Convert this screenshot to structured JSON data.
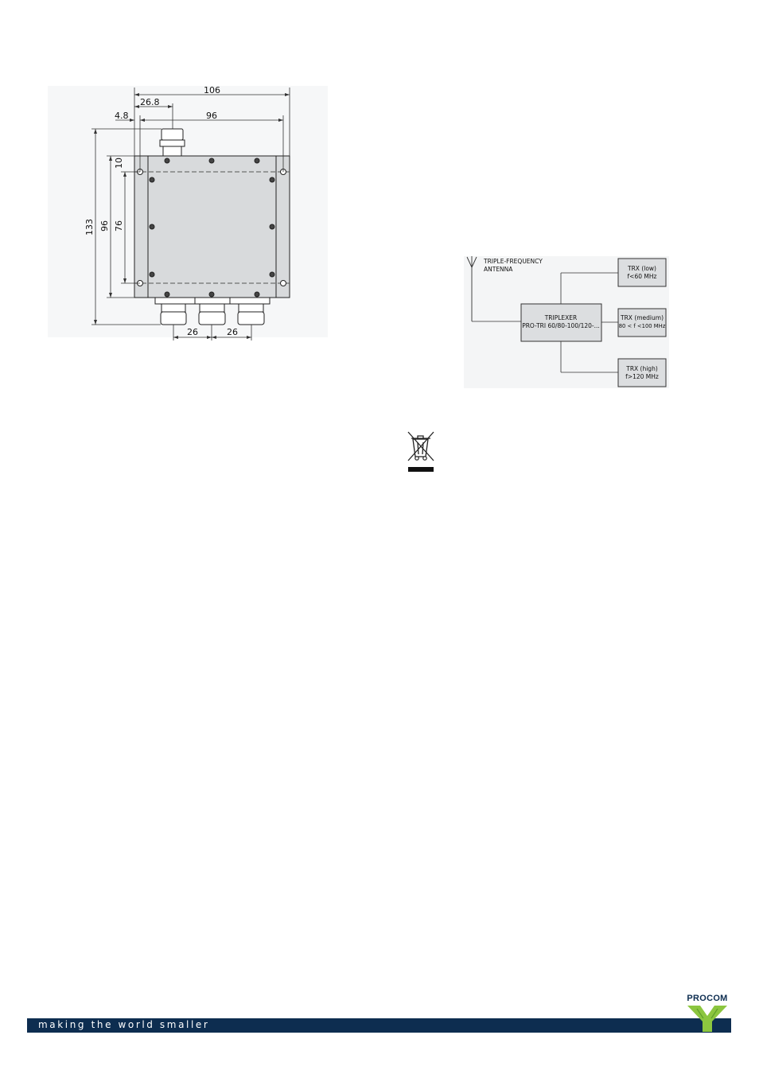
{
  "drawing": {
    "dims": {
      "overall_width": "106",
      "offset_connector": "26.8",
      "edge_offset": "4.8",
      "hole_spacing_h": "96",
      "overall_height": "133",
      "hole_spacing_v": "96",
      "inner_height": "76",
      "top_margin": "10",
      "connector_pitch_1": "26",
      "connector_pitch_2": "26"
    }
  },
  "diagram": {
    "antenna_label_1": "TRIPLE-FREQUENCY",
    "antenna_label_2": "ANTENNA",
    "triplexer_line_1": "TRIPLEXER",
    "triplexer_line_2": "PRO-TRI 60/80-100/120-...",
    "trx_low_1": "TRX (low)",
    "trx_low_2": "f<60 MHz",
    "trx_medium_1": "TRX (medium)",
    "trx_medium_2": "80 < f <100 MHz",
    "trx_high_1": "TRX (high)",
    "trx_high_2": "f>120 MHz"
  },
  "footer": {
    "tagline": "making the world smaller",
    "logo_text": "PROCOM"
  },
  "colors": {
    "brand_navy": "#0d2d50",
    "logo_green": "#8cc63f",
    "housing_grey": "#d8dadc"
  }
}
